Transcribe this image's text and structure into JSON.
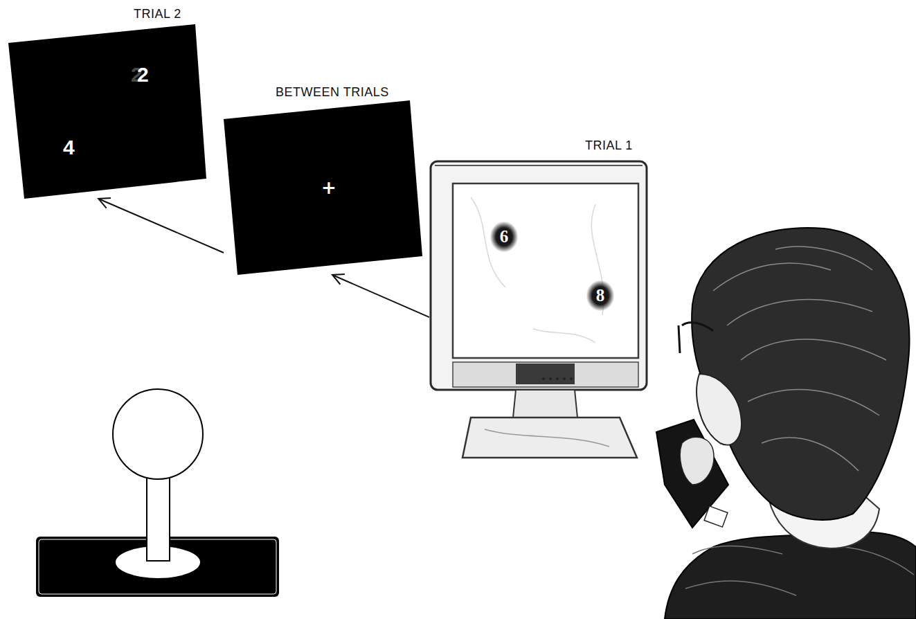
{
  "diagram": {
    "nodes": [
      {
        "text": [
          "TRIAL 2",
          "2",
          "4"
        ]
      },
      {
        "text": [
          "BETWEEN TRIALS",
          "+"
        ]
      },
      {
        "text": [
          "TRIAL 1",
          "6",
          "8"
        ]
      }
    ],
    "edges": [
      {
        "from": 2,
        "to": 1,
        "arrow": "to"
      },
      {
        "from": 1,
        "to": 0,
        "arrow": "to"
      }
    ]
  }
}
